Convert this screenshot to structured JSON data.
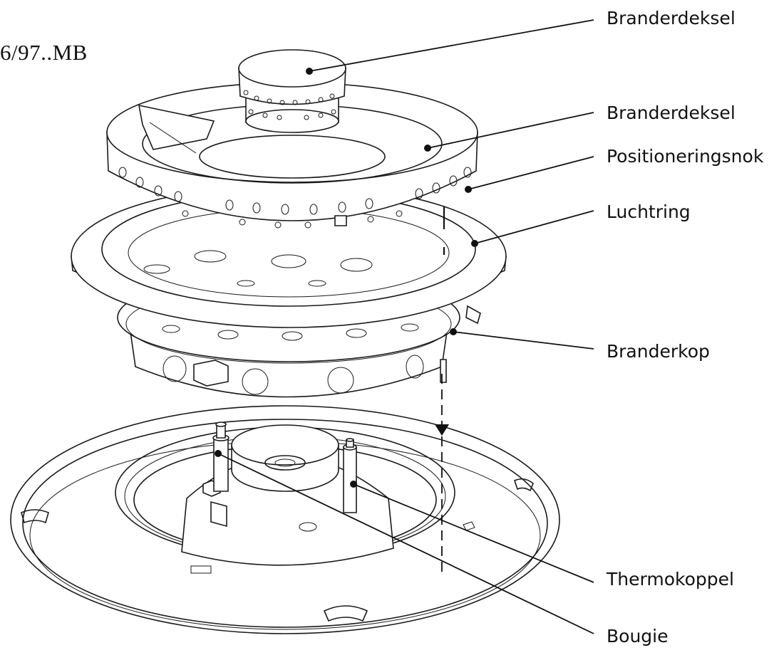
{
  "model_code": "6/97..MB",
  "labels": [
    {
      "id": "burner-cap-top",
      "text": "Branderdeksel"
    },
    {
      "id": "burner-cap-ring",
      "text": "Branderdeksel"
    },
    {
      "id": "positioning-lug",
      "text": "Positioneringsnok"
    },
    {
      "id": "air-ring",
      "text": "Luchtring"
    },
    {
      "id": "burner-cup",
      "text": "Branderkop"
    },
    {
      "id": "thermocouple",
      "text": "Thermokoppel"
    },
    {
      "id": "spark-plug",
      "text": "Bougie"
    }
  ]
}
